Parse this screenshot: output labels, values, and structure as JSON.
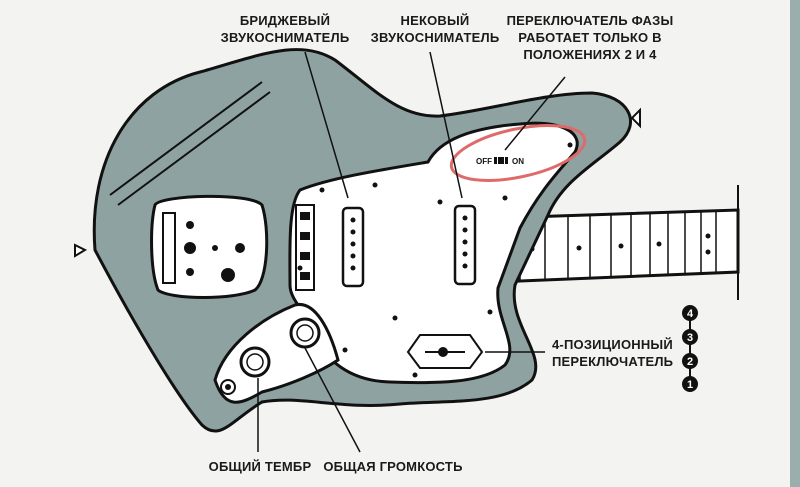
{
  "labels": {
    "bridge_pickup": [
      "БРИДЖЕВЫЙ",
      "ЗВУКОСНИМАТЕЛЬ"
    ],
    "neck_pickup": [
      "НЕКОВЫЙ",
      "ЗВУКОСНИМАТЕЛЬ"
    ],
    "phase_switch": [
      "ПЕРЕКЛЮЧАТЕЛЬ ФАЗЫ",
      "РАБОТАЕТ ТОЛЬКО В",
      "ПОЛОЖЕНИЯХ 2 И 4"
    ],
    "selector": [
      "4-ПОЗИЦИОННЫЙ",
      "ПЕРЕКЛЮЧАТЕЛЬ"
    ],
    "tone": "ОБЩИЙ ТЕМБР",
    "volume": "ОБЩАЯ ГРОМКОСТЬ",
    "switch_off": "OFF",
    "switch_on": "ON"
  },
  "positions": [
    "4",
    "3",
    "2",
    "1"
  ],
  "colors": {
    "body": "#8ea2a2",
    "highlight": "#e06a6a",
    "ink": "#1a1a1a"
  }
}
